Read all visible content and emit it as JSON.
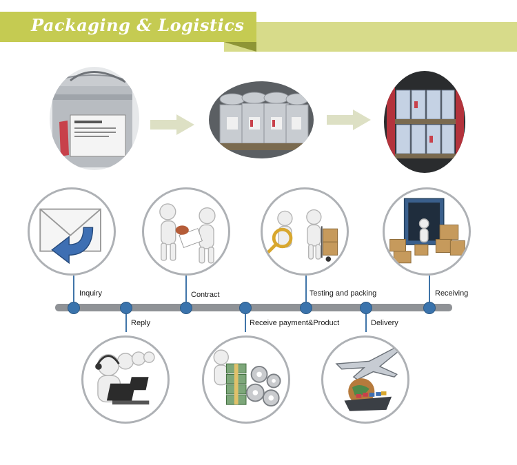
{
  "header": {
    "title": "Packaging & Logistics"
  },
  "photos": [
    {
      "name": "single-drum-photo",
      "icon": "paint-drum"
    },
    {
      "name": "pallet-drums-photo",
      "icon": "palletized-drums"
    },
    {
      "name": "container-loaded-photo",
      "icon": "loaded-container"
    }
  ],
  "steps": {
    "inquiry": "Inquiry",
    "reply": "Reply",
    "contract": "Contract",
    "payment": "Receive payment&Product",
    "testing": "Testing and packing",
    "delivery": "Delivery",
    "receiving": "Receiving"
  },
  "colors": {
    "banner": "#c5cb52",
    "banner_light": "#d7db8a",
    "timeline": "#8f9296",
    "node": "#3a73ac",
    "arrow": "#dde0c4"
  }
}
